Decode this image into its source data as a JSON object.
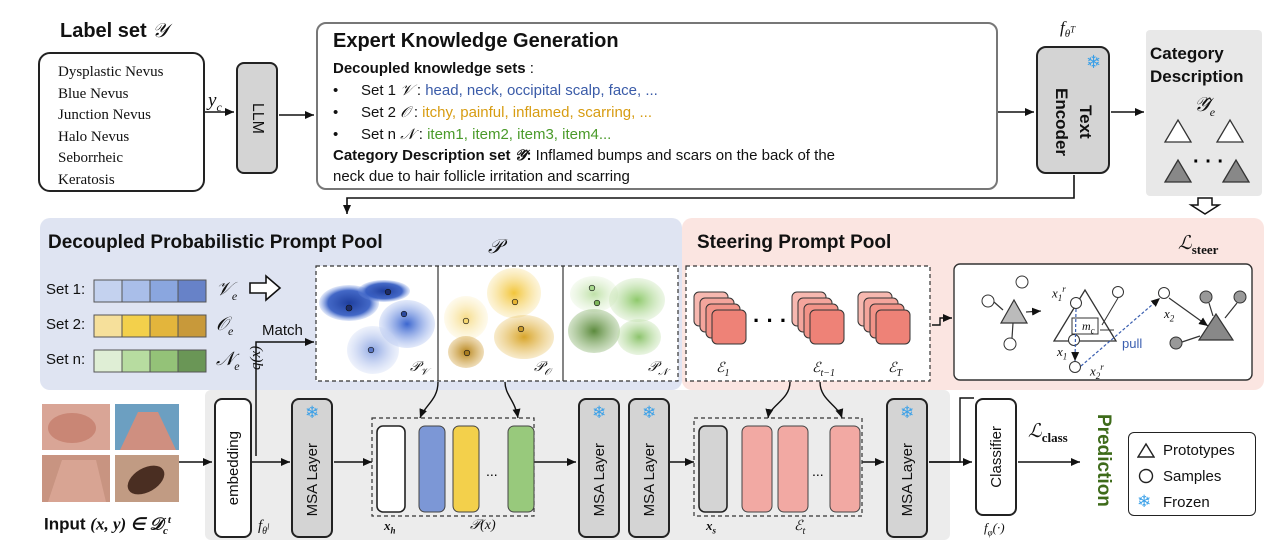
{
  "label_set": {
    "title": "Label set",
    "symbol": "𝒴",
    "items": [
      "Dysplastic Nevus",
      "Blue Nevus",
      "Junction Nevus",
      "Halo Nevus",
      "Seborrheic",
      "Keratosis"
    ]
  },
  "yc": "y",
  "yc_sub": "c",
  "llm": "LLM",
  "expert": {
    "title": "Expert Knowledge Generation",
    "decoupled_title": "Decoupled knowledge sets",
    "decoupled_colon": ":",
    "sets": [
      {
        "label": "Set 1",
        "symbol": "𝒱",
        "sep": ":",
        "items": "head, neck, occipital scalp, face, ..."
      },
      {
        "label": "Set 2",
        "symbol": "𝒪",
        "sep": ":",
        "items": "itchy, painful, inflamed, scarring, ..."
      },
      {
        "label": "Set n",
        "symbol": "𝒩",
        "sep": ":",
        "items": "item1, item2, item3, item4..."
      }
    ],
    "category_label": "Category Description set",
    "category_symbol": "𝒴̂",
    "category_colon": ":",
    "category_text_1": "Inflamed bumps and scars on the back of the",
    "category_text_2": "neck due to hair follicle irritation and scarring"
  },
  "text_encoder": {
    "line1": "Text",
    "line2": "Encoder",
    "f_label": "f",
    "f_sub": "θ",
    "f_sup": "T"
  },
  "category_desc": {
    "line1": "Category",
    "line2": "Description",
    "symbol": "𝒴̂",
    "sub": "e"
  },
  "prob_pool": {
    "title": "Decoupled Probabilistic Prompt Pool",
    "rows": [
      {
        "label": "Set 1:",
        "symbol": "𝒱",
        "sub": "e"
      },
      {
        "label": "Set 2:",
        "symbol": "𝒪",
        "sub": "e"
      },
      {
        "label": "Set n:",
        "symbol": "𝒩",
        "sub": "e"
      }
    ],
    "match": "Match",
    "P": "𝒫",
    "pv": "𝒫",
    "pv_sub": "𝒱",
    "po_sub": "𝒪",
    "pn_sub": "𝒩",
    "qx": "q(x)"
  },
  "steer_pool": {
    "title": "Steering Prompt Pool",
    "E": "ℰ",
    "e1": "ℰ",
    "e1_sub": "1",
    "et1_sub": "t−1",
    "eT_sub": "T",
    "dots": "· · ·",
    "loss": "ℒ",
    "loss_sub": "steer",
    "mc": "m",
    "mc_sub": "c",
    "x1r": "x",
    "x1r_sub": "1",
    "x1r_sup": "r",
    "x2": "x",
    "x2_sub": "2",
    "x1": "x",
    "x1_sub": "1",
    "x2r": "x",
    "x2r_sub": "2",
    "x2r_sup": "r",
    "pull": "pull"
  },
  "bottom": {
    "input": "Input",
    "input_math": "(x, y) ∈ 𝒟",
    "input_sub": "c",
    "input_sup": "t",
    "embedding": "embedding",
    "f_theta_l": "f",
    "f_theta_l_sub": "θ",
    "f_theta_l_sup": "l",
    "msa": "MSA Layer",
    "xh": "x",
    "xh_sub": "h",
    "px": "𝒫(x)",
    "xs": "x",
    "xs_sub": "s",
    "et": "ℰ",
    "et_sub": "t",
    "dots": "...",
    "classifier": "Classifier",
    "f_phi": "f",
    "f_phi_sub": "φ",
    "f_phi_rest": "(·)",
    "loss_class": "ℒ",
    "loss_class_sub": "class",
    "prediction": "Prediction"
  },
  "legend": {
    "prototypes": "Prototypes",
    "samples": "Samples",
    "frozen": "Frozen"
  },
  "colors": {
    "blue_panel": "#dfe4f2",
    "pink_panel": "#fbe5e1",
    "gray_panel": "#ececec",
    "blue": "#7c97d6",
    "yellow": "#f3d04b",
    "green": "#98c97c",
    "pink": "#f2a9a3",
    "prediction": "#3e6b1a"
  }
}
